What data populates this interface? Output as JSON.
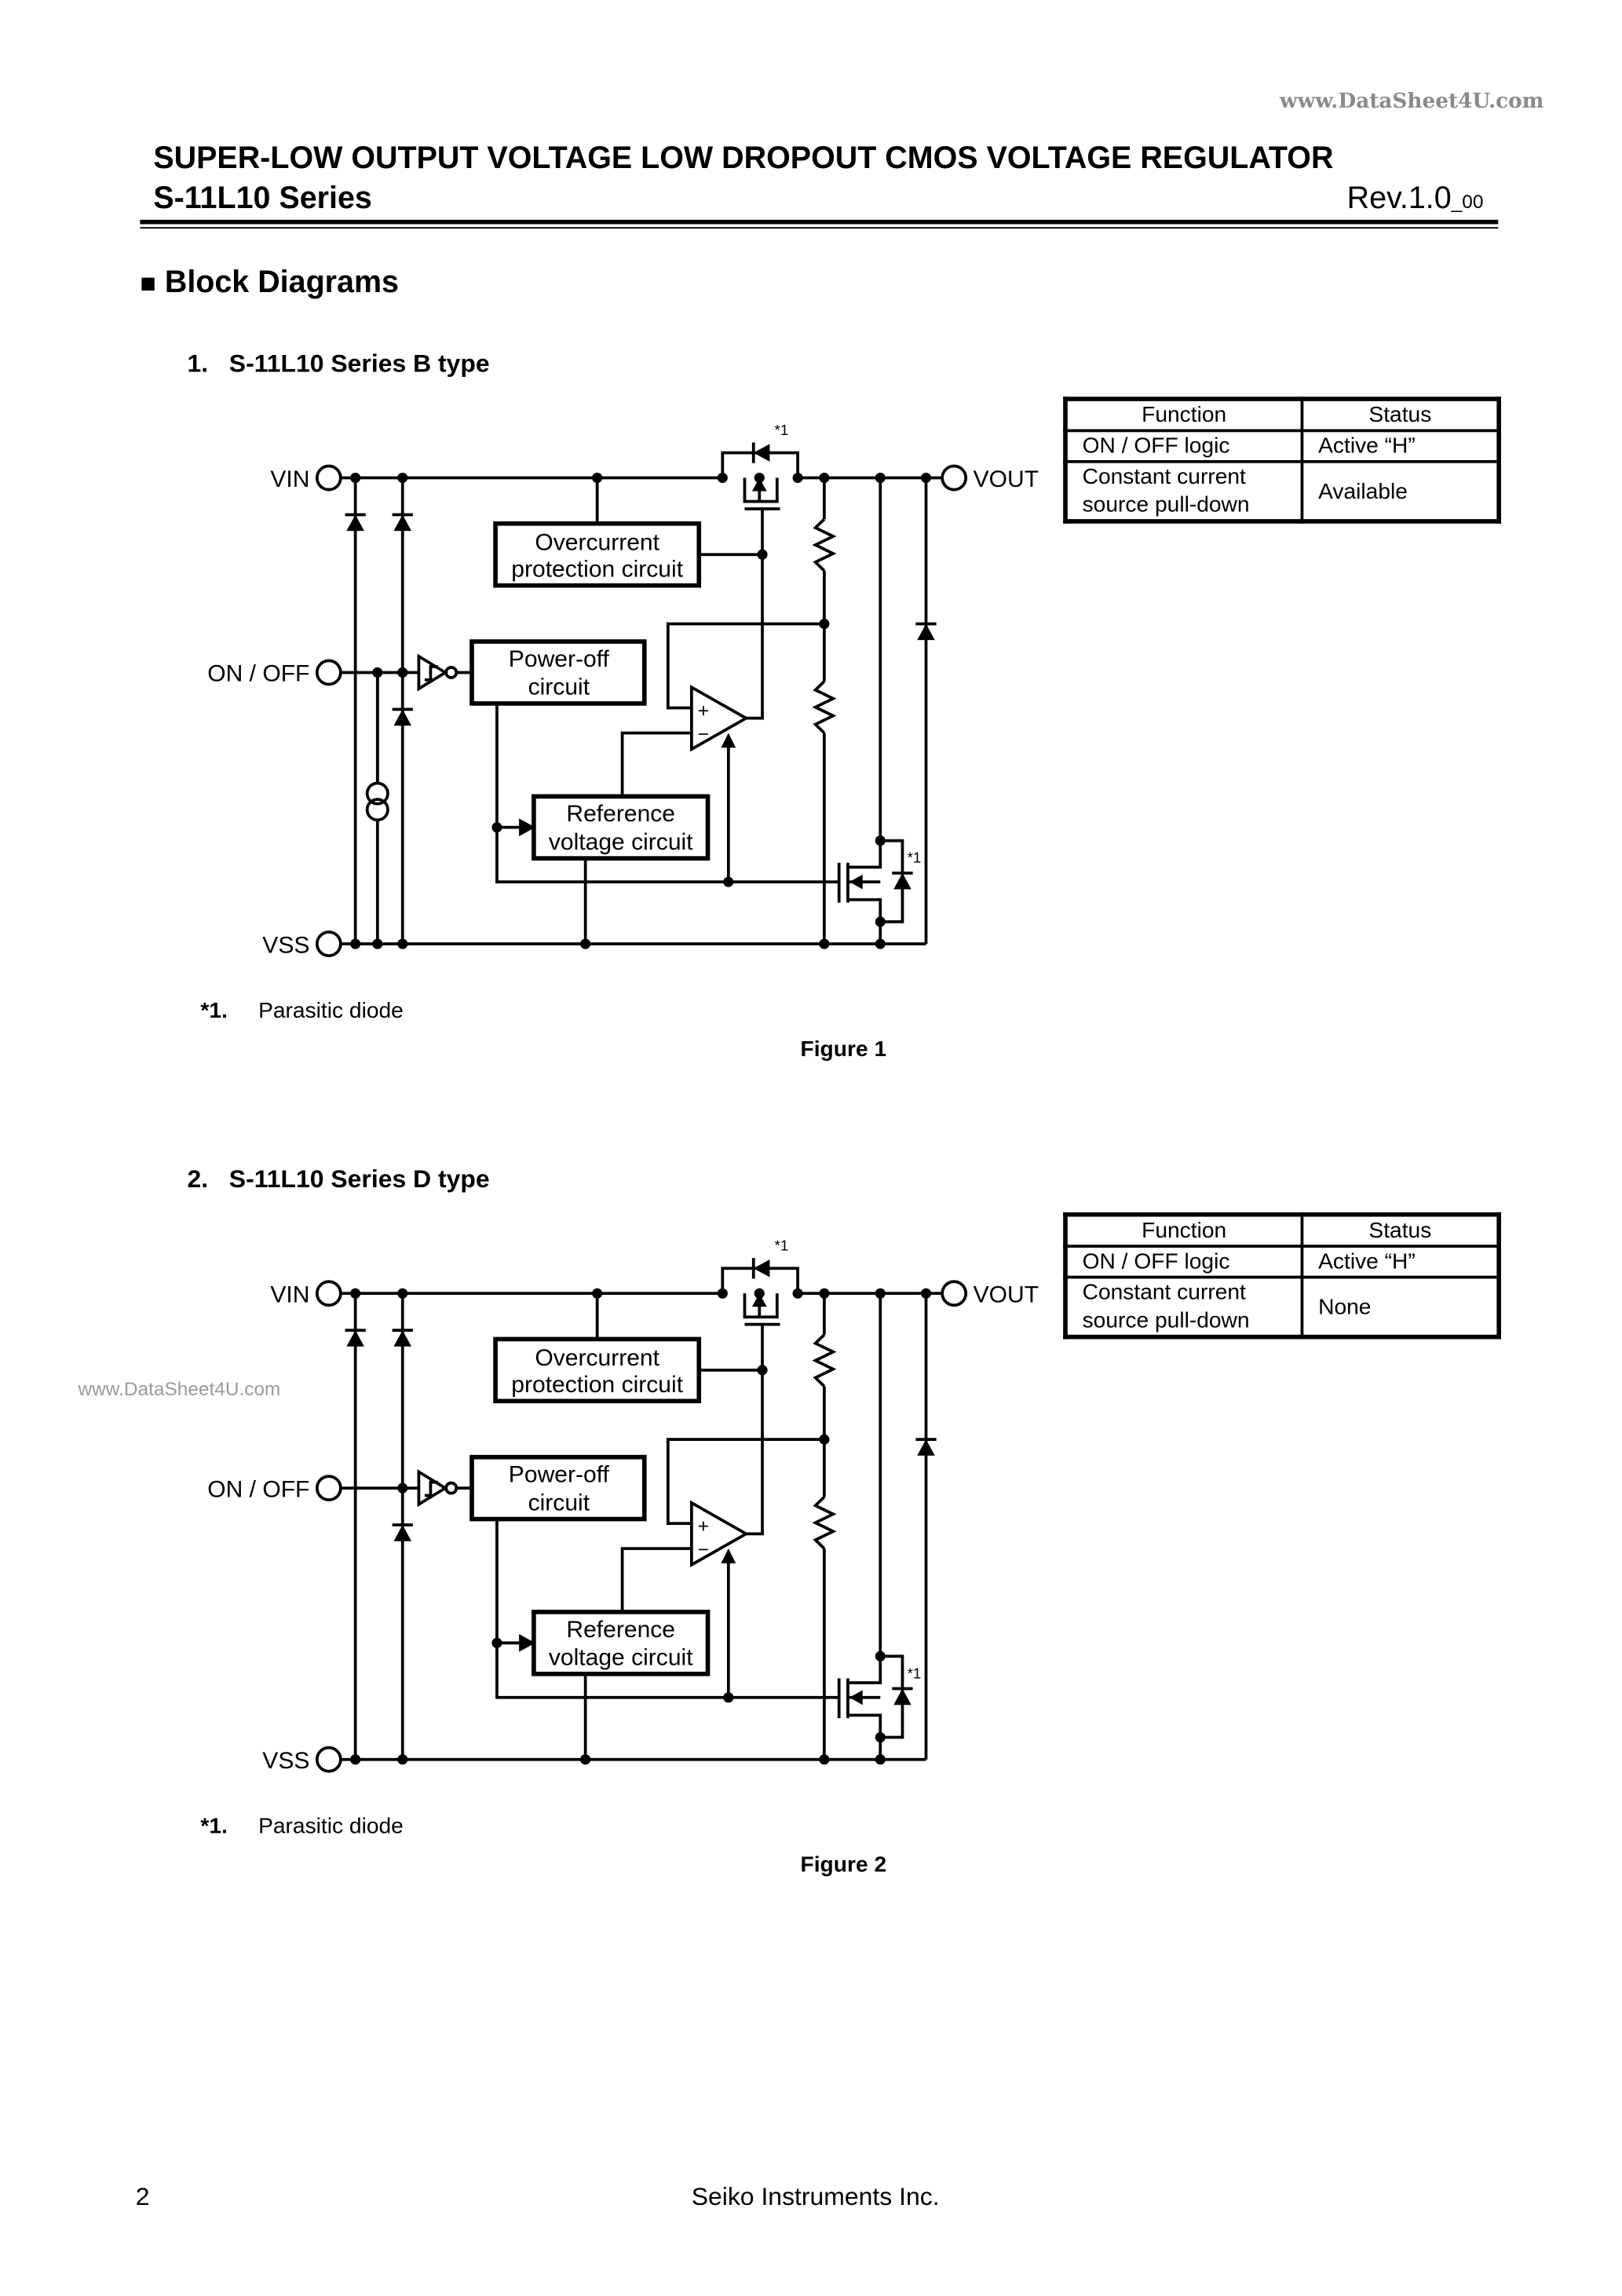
{
  "watermark": {
    "top": "www.DataSheet4U.com",
    "side": "www.DataSheet4U.com"
  },
  "header": {
    "title": "SUPER-LOW OUTPUT VOLTAGE LOW DROPOUT CMOS VOLTAGE REGULATOR",
    "series": "S-11L10 Series",
    "rev": "Rev.1.0",
    "rev_sub": "_00"
  },
  "section": {
    "bullet": "■",
    "title": "Block Diagrams"
  },
  "diagrams": [
    {
      "number": "1.",
      "title": "S-11L10 Series B type",
      "pins": {
        "vin": "VIN",
        "onoff": "ON / OFF",
        "vss": "VSS",
        "vout": "VOUT"
      },
      "blocks": {
        "overcurrent_1": "Overcurrent",
        "overcurrent_2": "protection circuit",
        "poweroff_1": "Power-off",
        "poweroff_2": "circuit",
        "reference_1": "Reference",
        "reference_2": "voltage circuit"
      },
      "marks": {
        "star1": "*1",
        "star2": "*1",
        "plus": "+",
        "minus": "−"
      },
      "table": {
        "headers": [
          "Function",
          "Status"
        ],
        "rows": [
          [
            "ON / OFF logic",
            "Active “H”"
          ],
          [
            "Constant current source pull-down",
            "Available"
          ]
        ]
      },
      "footnote": {
        "mark": "*1.",
        "text": "Parasitic diode"
      },
      "figure": "Figure 1",
      "has_current_source": true
    },
    {
      "number": "2.",
      "title": "S-11L10 Series D type",
      "pins": {
        "vin": "VIN",
        "onoff": "ON / OFF",
        "vss": "VSS",
        "vout": "VOUT"
      },
      "blocks": {
        "overcurrent_1": "Overcurrent",
        "overcurrent_2": "protection circuit",
        "poweroff_1": "Power-off",
        "poweroff_2": "circuit",
        "reference_1": "Reference",
        "reference_2": "voltage circuit"
      },
      "marks": {
        "star1": "*1",
        "star2": "*1",
        "plus": "+",
        "minus": "−"
      },
      "table": {
        "headers": [
          "Function",
          "Status"
        ],
        "rows": [
          [
            "ON / OFF logic",
            "Active “H”"
          ],
          [
            "Constant current source pull-down",
            "None"
          ]
        ]
      },
      "footnote": {
        "mark": "*1.",
        "text": "Parasitic diode"
      },
      "figure": "Figure 2",
      "has_current_source": false
    }
  ],
  "footer": {
    "page": "2",
    "company": "Seiko Instruments Inc."
  }
}
